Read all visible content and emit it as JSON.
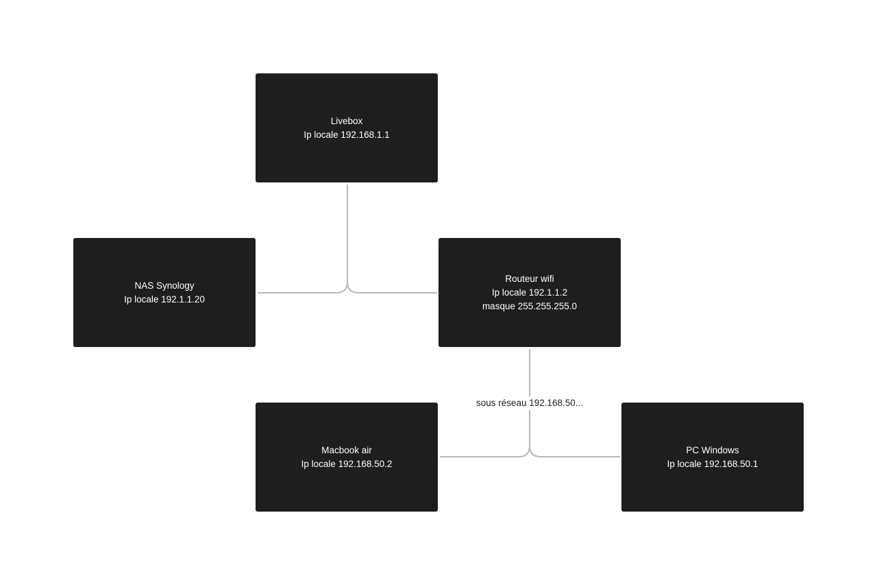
{
  "nodes": {
    "livebox": {
      "title": "Livebox",
      "ip": "Ip locale 192.168.1.1"
    },
    "nas": {
      "title": "NAS Synology",
      "ip": "Ip locale 192.1.1.20"
    },
    "routeur": {
      "title": "Routeur wifi",
      "ip": "Ip locale 192.1.1.2",
      "mask": "masque 255.255.255.0"
    },
    "macbook": {
      "title": "Macbook air",
      "ip": "Ip locale 192.168.50.2"
    },
    "pc": {
      "title": "PC Windows",
      "ip": "Ip locale 192.168.50.1"
    }
  },
  "edges": {
    "subnet_label": "sous réseau 192.168.50..."
  },
  "colors": {
    "node_fill": "#1e1e1e",
    "node_text": "#ffffff",
    "connector": "#b8b8b8",
    "background": "#ffffff"
  }
}
